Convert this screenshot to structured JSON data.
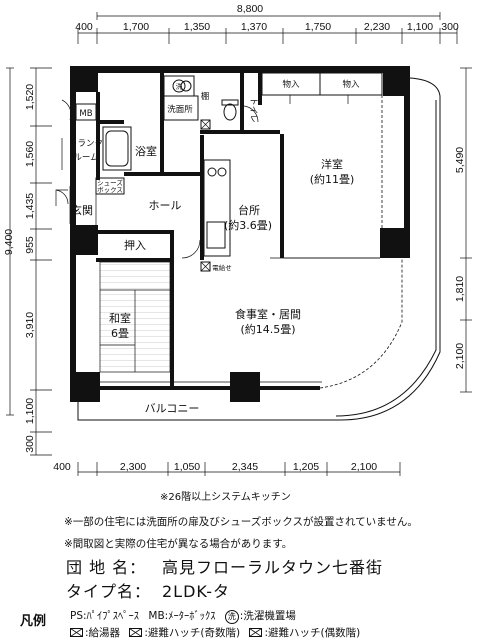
{
  "dimensions": {
    "top_total": "8,800",
    "top": [
      "400",
      "1,700",
      "1,350",
      "1,370",
      "1,750",
      "2,230",
      "1,100",
      "300"
    ],
    "bottom": [
      "400",
      "2,300",
      "1,050",
      "2,345",
      "1,205",
      "2,100"
    ],
    "left_total": "9,400",
    "left": [
      "1,520",
      "1,560",
      "1,435",
      "955",
      "3,910",
      "1,100",
      "300"
    ],
    "right": [
      "5,490",
      "1,810",
      "2,100"
    ]
  },
  "rooms": {
    "youshitsu": {
      "name": "洋室",
      "size": "(約11畳)"
    },
    "daidokoro": {
      "name": "台所",
      "size": "(約3.6畳)"
    },
    "shokuji": {
      "name": "食事室・居間",
      "size": "(約14.5畳)"
    },
    "washitsu": {
      "name": "和室",
      "size": "6畳"
    },
    "yokushitsu": "浴室",
    "hall": "ホール",
    "genkan": "玄関",
    "oshiire": "押入",
    "monoire_1": "物入",
    "monoire_2": "物入",
    "senmenjo": "洗面所",
    "toilet": "トイレ",
    "trunk": [
      "トランク",
      "ルーム"
    ],
    "tana": "棚",
    "mb": "MB",
    "shoes": [
      "シューズ",
      "ボックス"
    ],
    "denkyu": "電給せ",
    "balcony": "バルコニー",
    "sentaku": "洗"
  },
  "notes": {
    "kitchen": "※26階以上システムキッチン",
    "note_1": "※一部の住宅には洗面所の扉及びシューズボックスが設置されていません。",
    "note_2": "※間取図と実際の住宅が異なる場合があります。"
  },
  "info": {
    "complex_label": "団 地 名：",
    "complex_value": "高見フローラルタウン七番街",
    "type_label": "タイプ名：",
    "type_value": "2LDK-タ"
  },
  "legend": {
    "title": "凡例",
    "ps": "PS:ﾊﾟｲﾌﾟｽﾍﾟｰｽ",
    "mb": "MB:ﾒｰﾀｰﾎﾞｯｸｽ",
    "wash_symbol": "洗",
    "wash": ":洗濯機置場",
    "heater": ":給湯器",
    "hatch_odd": ":避難ハッチ(奇数階)",
    "hatch_even": ":避難ハッチ(偶数階)"
  }
}
